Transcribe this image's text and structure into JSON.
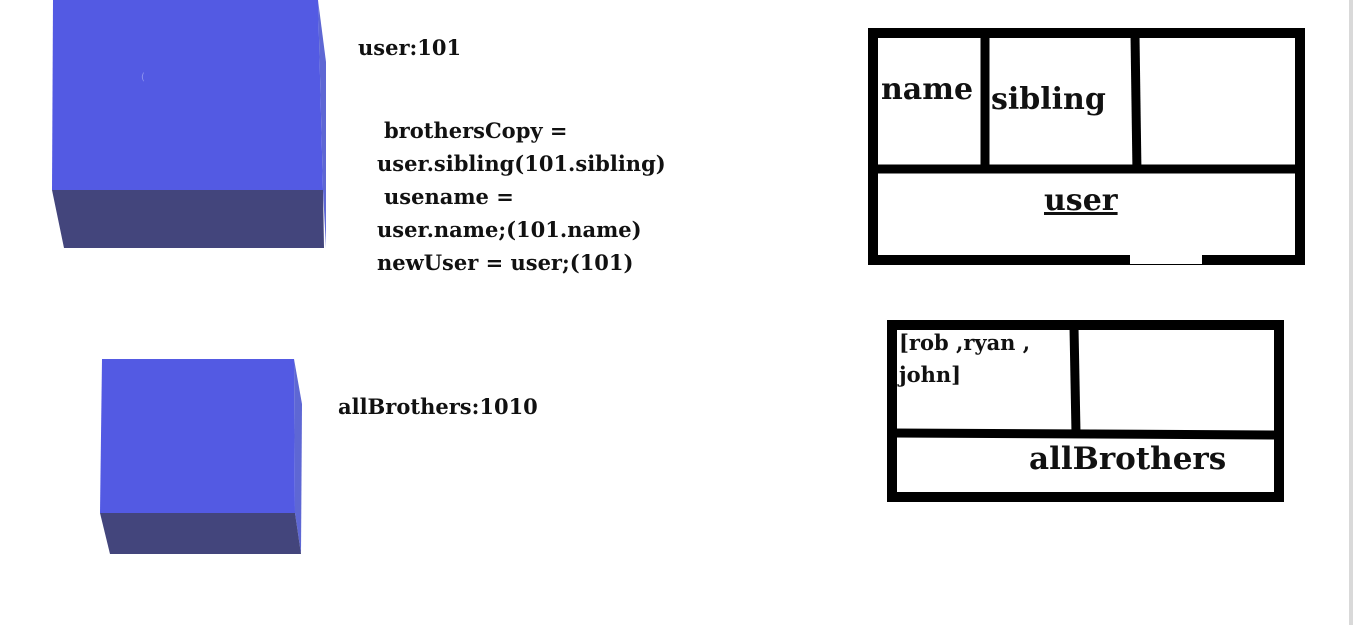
{
  "objects": {
    "user_label": "user:101",
    "all_brothers_label": "allBrothers:1010"
  },
  "code_lines": [
    "brothersCopy =",
    "user.sibling(101.sibling)",
    "usename =",
    "user.name;(101.name)",
    "newUser = user;(101)"
  ],
  "user_box": {
    "cells": [
      "name",
      "sibling",
      ""
    ],
    "footer": "user"
  },
  "brothers_box": {
    "value_line1": "[rob ,ryan ,",
    "value_line2": "john]",
    "footer": "allBrothers"
  },
  "colors": {
    "cube_face": "#535ae3",
    "cube_side": "#5e67d4",
    "cube_bottom": "#43457c",
    "border": "#000000"
  }
}
